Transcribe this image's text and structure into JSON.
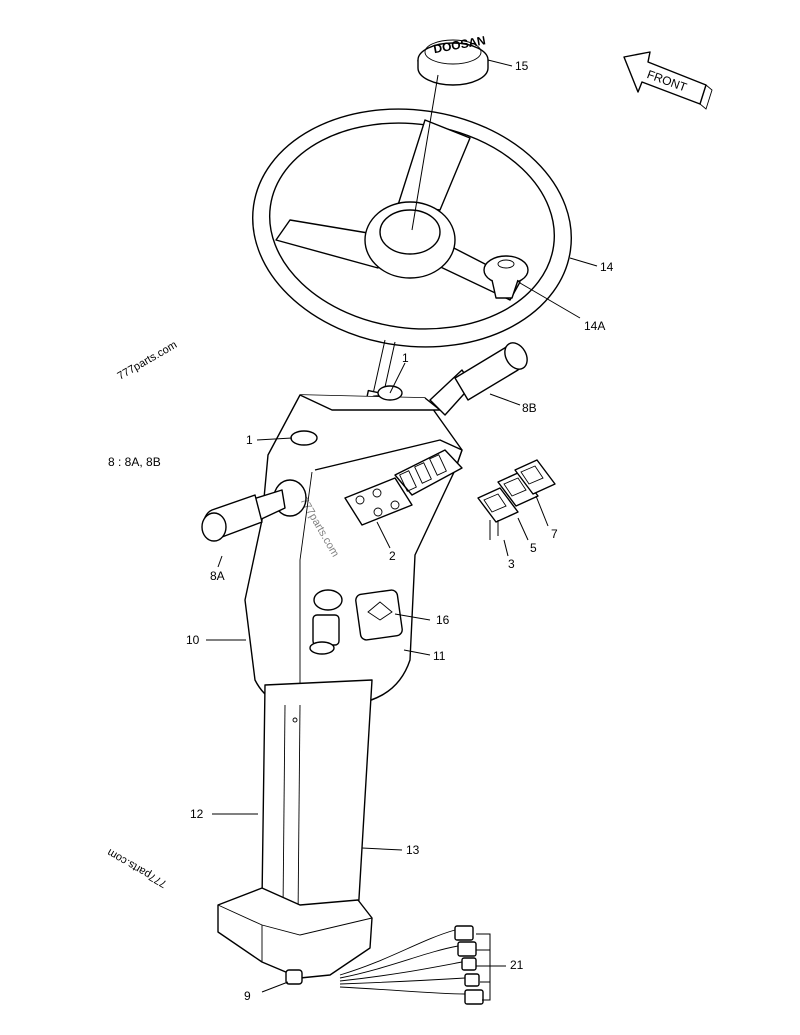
{
  "labels": {
    "p15": "15",
    "p14": "14",
    "p14a": "14A",
    "p1a": "1",
    "p1b": "1",
    "p8b": "8B",
    "p8a": "8A",
    "p2": "2",
    "p3": "3",
    "p5": "5",
    "p7": "7",
    "p16": "16",
    "p10": "10",
    "p11": "11",
    "p12": "12",
    "p13": "13",
    "p21": "21",
    "p9": "9"
  },
  "note": "8 : 8A, 8B",
  "front_label": "FRONT",
  "hub_logo": "DOOSAN",
  "watermarks": [
    "777parts.com",
    "777parts.com",
    "777parts.com"
  ]
}
